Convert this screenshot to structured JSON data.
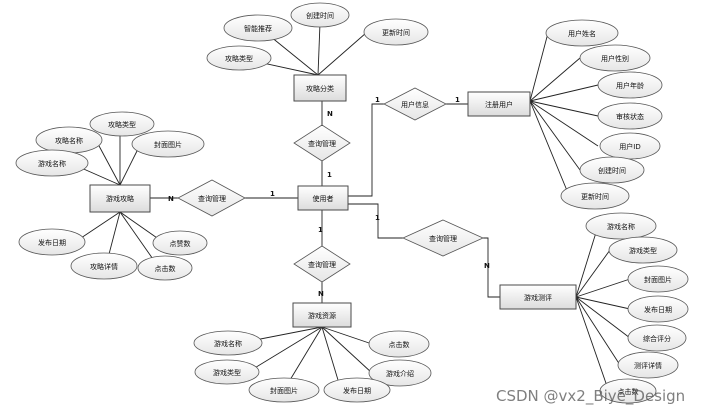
{
  "entities": {
    "user": "使用者",
    "guide_category": "攻略分类",
    "registered_user": "注册用户",
    "game_guide": "游戏攻略",
    "game_resource": "游戏资源",
    "game_review": "游戏测评"
  },
  "relationships": {
    "query_manage_top": "查询管理",
    "query_manage_left": "查询管理",
    "query_manage_bottom": "查询管理",
    "query_manage_right": "查询管理",
    "user_info": "用户信息"
  },
  "cardinalities": {
    "top_near_category": "N",
    "top_near_user": "1",
    "left_near_guide": "N",
    "left_near_user": "1",
    "bottom_near_user": "1",
    "bottom_near_resource": "N",
    "right_near_user": "1",
    "right_near_review": "N",
    "info_near_user": "1",
    "info_near_reg": "1"
  },
  "attributes": {
    "guide_category": [
      "智能推荐",
      "创建时间",
      "攻略类型",
      "更新时间"
    ],
    "registered_user": [
      "用户姓名",
      "用户性别",
      "用户年龄",
      "审核状态",
      "用户ID",
      "创建时间",
      "更新时间"
    ],
    "game_guide": [
      "攻略类型",
      "攻略名称",
      "封面图片",
      "游戏名称",
      "发布日期",
      "点赞数",
      "攻略详情",
      "点击数"
    ],
    "game_resource": [
      "游戏名称",
      "点击数",
      "游戏类型",
      "游戏介绍",
      "封面图片",
      "发布日期"
    ],
    "game_review": [
      "游戏名称",
      "游戏类型",
      "封面图片",
      "发布日期",
      "综合评分",
      "测评详情",
      "点击数"
    ]
  },
  "watermark": "CSDN @vx2_Biye_Design"
}
